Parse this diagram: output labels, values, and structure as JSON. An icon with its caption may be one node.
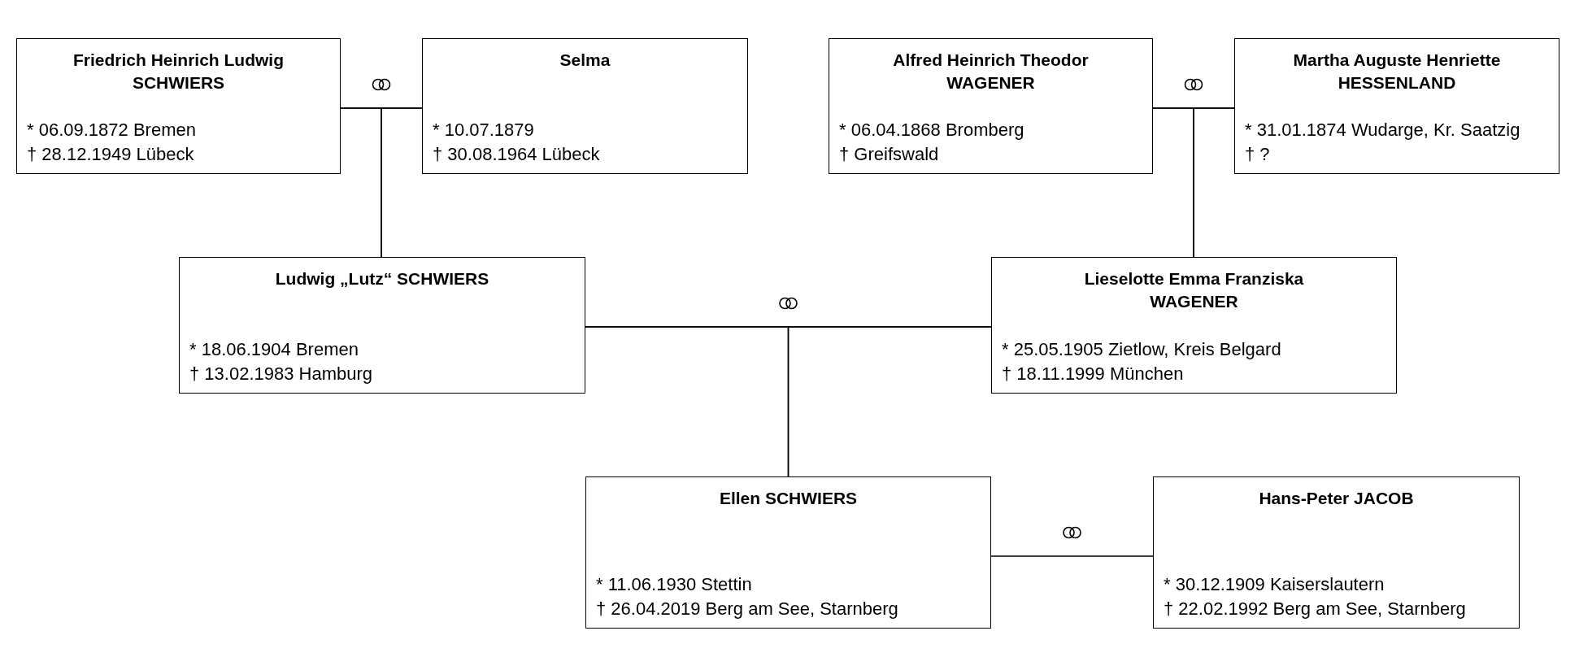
{
  "diagram": {
    "nodes": [
      {
        "text": [
          "Friedrich Heinrich Ludwig SCHWIERS",
          "* 06.09.1872 Bremen",
          "† 28.12.1949 Lübeck"
        ]
      },
      {
        "text": [
          "Selma",
          "* 10.07.1879",
          "† 30.08.1964 Lübeck"
        ]
      },
      {
        "text": [
          "Alfred Heinrich Theodor WAGENER",
          "* 06.04.1868 Bromberg",
          "† Greifswald"
        ]
      },
      {
        "text": [
          "Martha Auguste Henriette HESSENLAND",
          "* 31.01.1874 Wudarge, Kr. Saatzig",
          "† ?"
        ]
      },
      {
        "text": [
          "Ludwig „Lutz“ SCHWIERS",
          "* 18.06.1904 Bremen",
          "† 13.02.1983 Hamburg"
        ]
      },
      {
        "text": [
          "Lieselotte Emma Franziska WAGENER",
          "* 25.05.1905 Zietlow, Kreis Belgard",
          "† 18.11.1999 München"
        ]
      },
      {
        "text": [
          "Ellen SCHWIERS",
          "* 11.06.1930 Stettin",
          "† 26.04.2019 Berg am See, Starnberg"
        ]
      },
      {
        "text": [
          "Hans-Peter JACOB",
          "* 30.12.1909 Kaiserslautern",
          "† 22.02.1992 Berg am See, Starnberg"
        ]
      }
    ],
    "edges": [
      {
        "from": 0,
        "to": 1,
        "arrow": "none"
      },
      {
        "from": 0,
        "to": 4,
        "arrow": "none"
      },
      {
        "from": 1,
        "to": 4,
        "arrow": "none"
      },
      {
        "from": 2,
        "to": 3,
        "arrow": "none"
      },
      {
        "from": 2,
        "to": 5,
        "arrow": "none"
      },
      {
        "from": 3,
        "to": 5,
        "arrow": "none"
      },
      {
        "from": 4,
        "to": 5,
        "arrow": "none"
      },
      {
        "from": 4,
        "to": 6,
        "arrow": "none"
      },
      {
        "from": 5,
        "to": 6,
        "arrow": "none"
      },
      {
        "from": 6,
        "to": 7,
        "arrow": "none"
      }
    ]
  }
}
